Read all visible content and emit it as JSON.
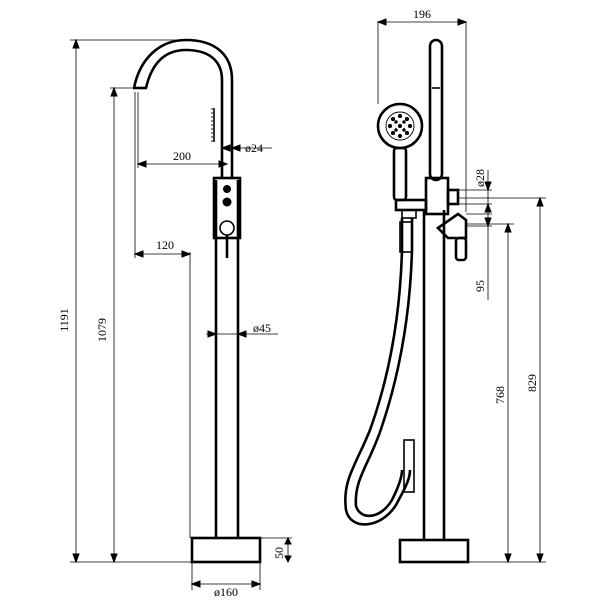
{
  "dimensions": {
    "top_width": "196",
    "total_height": "1191",
    "spout_height": "1079",
    "spout_reach": "200",
    "spout_diameter": "ø24",
    "second_reach": "120",
    "body_diameter": "ø45",
    "base_diameter": "ø160",
    "base_height": "50",
    "handle_diameter": "ø28",
    "handle_offset": "95",
    "lever_height": "768",
    "outlet_height": "829"
  }
}
